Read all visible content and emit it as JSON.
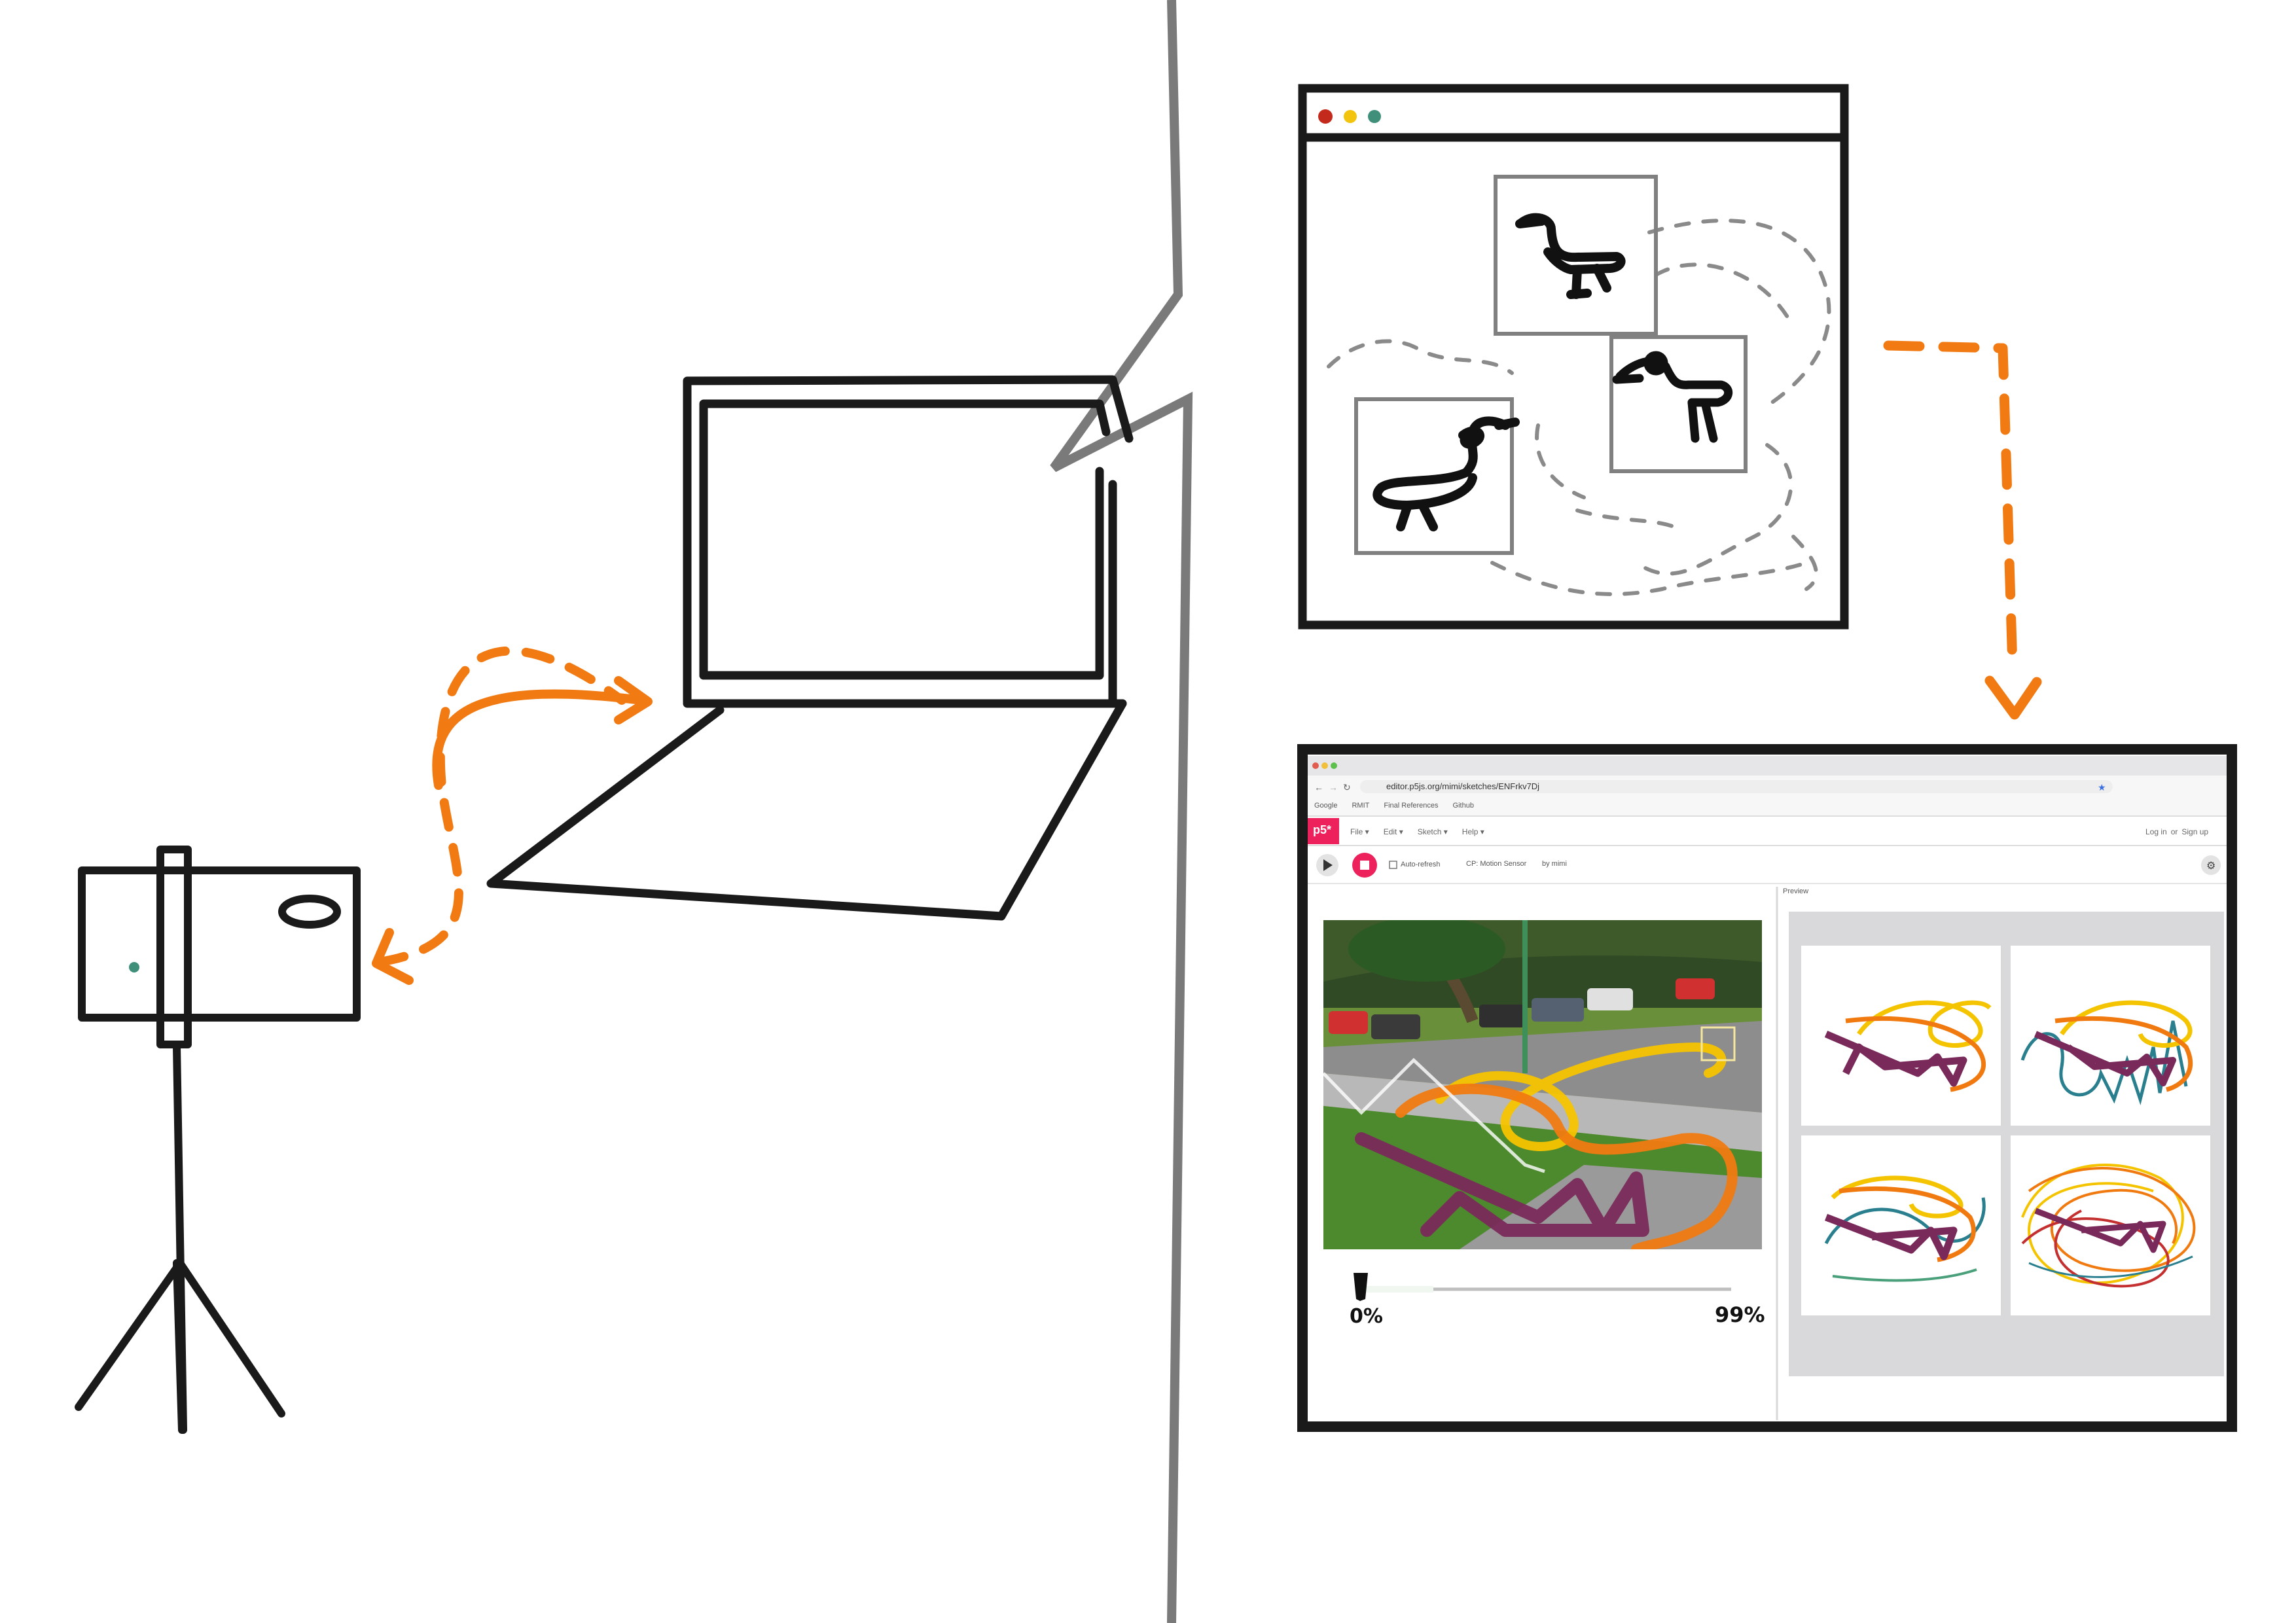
{
  "colors": {
    "ink": "#1a1a1a",
    "divider": "#7a7a7a",
    "accent_orange": "#f27a12",
    "dot_red": "#c42a1c",
    "dot_yellow": "#f2c40e",
    "dot_green": "#3f8f7a",
    "p5_pink": "#ed225d",
    "trail_yellow": "#f5c400",
    "trail_orange": "#f07a10",
    "trail_purple": "#7a2a5a",
    "trail_teal": "#2a7f8f",
    "grass": "#4d8a2e",
    "road": "#8d8d8d",
    "preview_bg": "#d9d9dc"
  },
  "browser": {
    "url": "editor.p5js.org/mimi/sketches/ENFrkv7Dj",
    "bookmarks": [
      "Google",
      "RMIT",
      "Final References",
      "Github"
    ],
    "logo": "p5*",
    "menu": [
      "File ▾",
      "Edit ▾",
      "Sketch ▾",
      "Help ▾"
    ],
    "login": "Log in",
    "or": "or",
    "signup": "Sign up",
    "auto_refresh": "Auto-refresh",
    "sketch_name": "CP: Motion Sensor",
    "author": "by mimi",
    "preview_label": "Preview",
    "slider_min": "0%",
    "slider_max": "99%"
  },
  "icons": {
    "star": "star-icon",
    "play": "play-icon",
    "stop": "stop-icon",
    "gear": "gear-icon"
  }
}
